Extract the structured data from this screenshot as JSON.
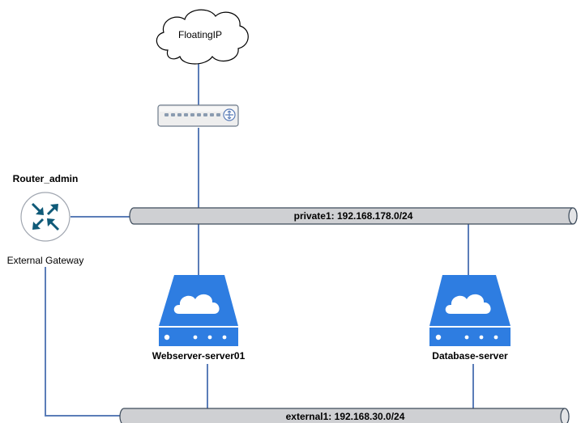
{
  "floating_ip": {
    "label": "FloatingIP"
  },
  "switch": {
    "icon": "network-switch-icon"
  },
  "router": {
    "title": "Router_admin",
    "subtitle": "External Gateway",
    "icon": "router-icon"
  },
  "networks": {
    "private": {
      "label": "private1: 192.168.178.0/24"
    },
    "external": {
      "label": "external1: 192.168.30.0/24"
    }
  },
  "servers": {
    "webserver": {
      "label": "Webserver-server01",
      "icon": "cloud-server-icon"
    },
    "database": {
      "label": "Database-server",
      "icon": "cloud-server-icon"
    }
  },
  "colors": {
    "link": "#5b7db8",
    "pipe_fill": "#cfd0d3",
    "server_blue": "#2e7de1",
    "router_blue": "#0f5a78"
  }
}
